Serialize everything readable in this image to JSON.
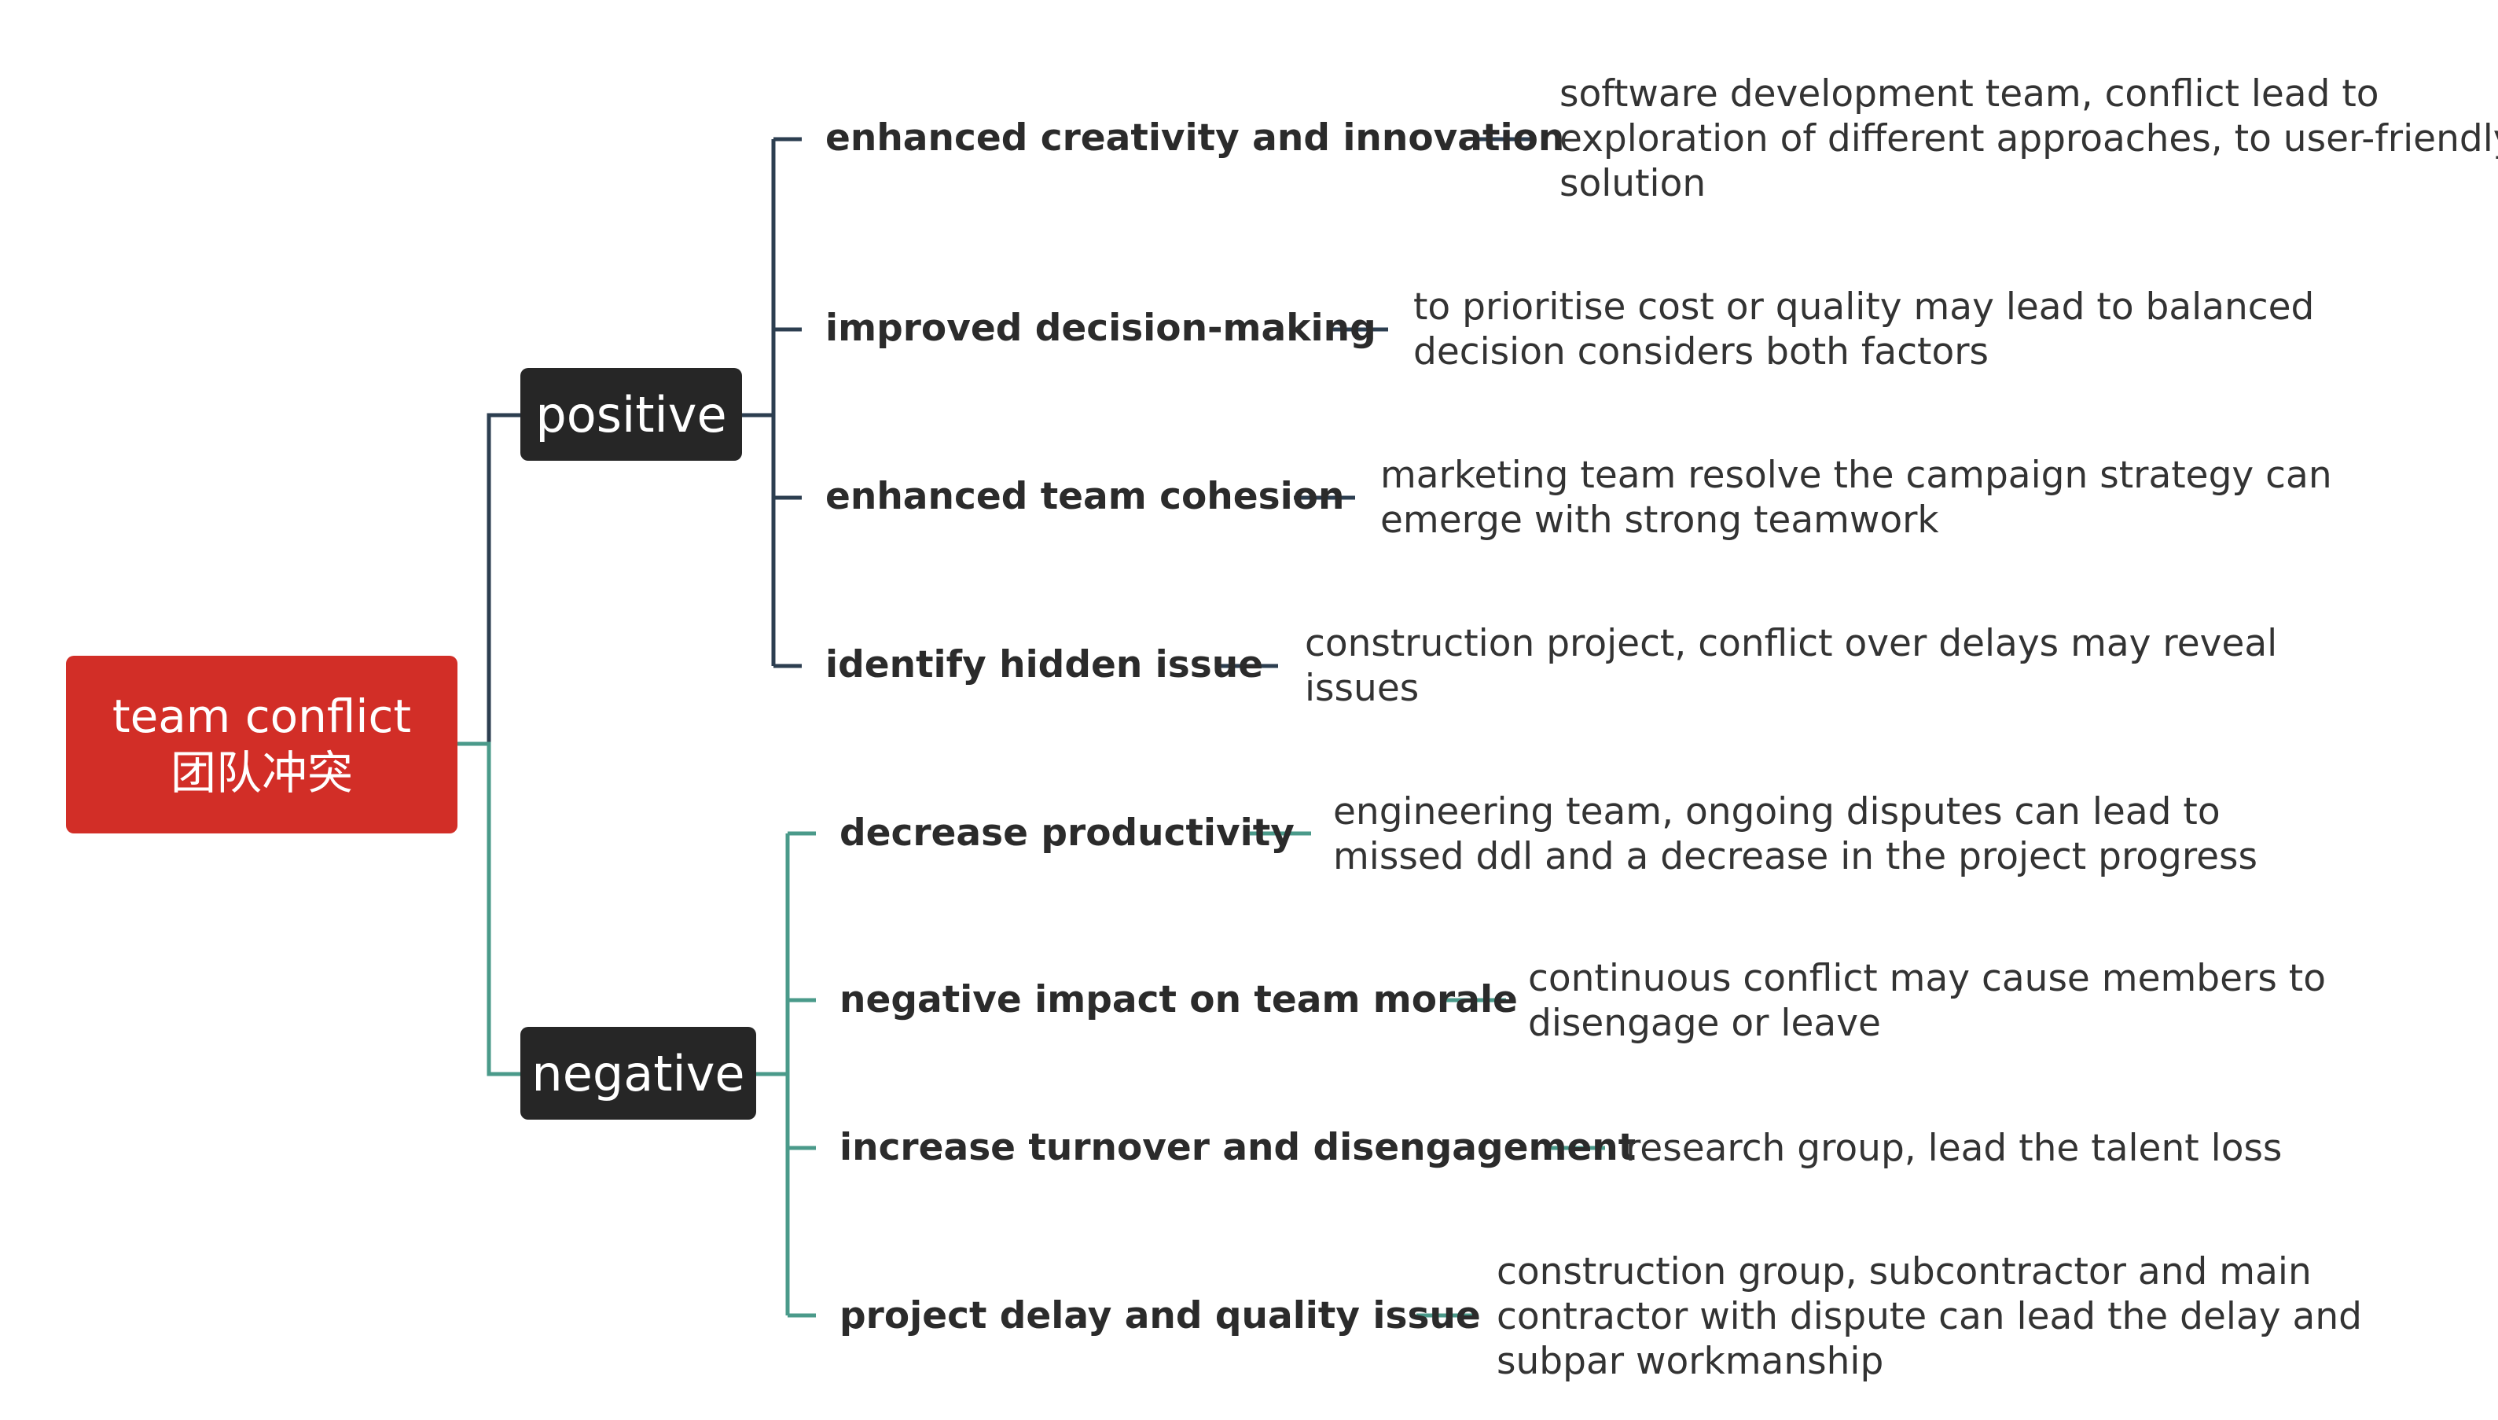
{
  "root": {
    "line1": "team conflict",
    "line2": "团队冲突"
  },
  "colors": {
    "root_fill": "#d22e27",
    "branch_fill": "#262626",
    "positive_line": "#2c3e50",
    "negative_line": "#4a9a8a"
  },
  "positive": {
    "label": "positive",
    "items": [
      {
        "topic": "enhanced creativity and innovation",
        "detail": [
          "software development team, conflict lead to",
          "exploration of different approaches, to user-friendly",
          "solution"
        ]
      },
      {
        "topic": "improved decision-making",
        "detail": [
          "to prioritise cost or quality may lead to balanced",
          "decision considers both factors"
        ]
      },
      {
        "topic": "enhanced team cohesion",
        "detail": [
          "marketing team resolve the campaign strategy can",
          "emerge with strong teamwork"
        ]
      },
      {
        "topic": "identify hidden issue",
        "detail": [
          "construction project, conflict over delays may reveal",
          "issues"
        ]
      }
    ]
  },
  "negative": {
    "label": "negative",
    "items": [
      {
        "topic": "decrease productivity",
        "detail": [
          "engineering team, ongoing disputes can lead to",
          "missed ddl and a decrease in the project progress"
        ]
      },
      {
        "topic": "negative impact on team morale",
        "detail": [
          "continuous conflict may cause members to",
          "disengage or leave"
        ]
      },
      {
        "topic": "increase turnover and disengagement",
        "detail": [
          "research group, lead the talent loss"
        ]
      },
      {
        "topic": "project delay and quality issue",
        "detail": [
          "construction group, subcontractor and main",
          "contractor with dispute can lead the delay and",
          "subpar workmanship"
        ]
      }
    ]
  }
}
